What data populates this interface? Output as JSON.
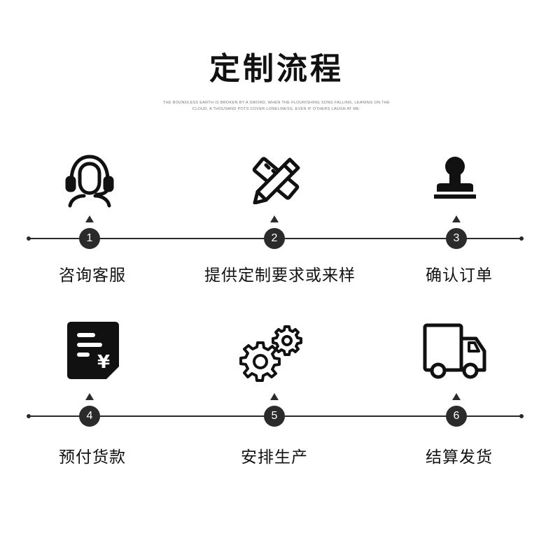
{
  "title": "定制流程",
  "subtitle_line1": "THE BOUNDLESS EARTH IS BROKEN BY A SWORD, WHEN THE FLOURISHING SONG FALLING, LEANING ON THE",
  "subtitle_line2": "CLOUD, A THOUSAND POTS COVER LONELINESS, EVEN IF OTHERS LAUGH AT ME.",
  "steps": [
    {
      "num": "1",
      "label": "咨询客服",
      "icon": "customer-service-headset-icon"
    },
    {
      "num": "2",
      "label": "提供定制要求或来样",
      "icon": "pencil-ruler-icon"
    },
    {
      "num": "3",
      "label": "确认订单",
      "icon": "stamp-icon"
    },
    {
      "num": "4",
      "label": "预付货款",
      "icon": "bill-payment-icon"
    },
    {
      "num": "5",
      "label": "安排生产",
      "icon": "gears-icon"
    },
    {
      "num": "6",
      "label": "结算发货",
      "icon": "delivery-truck-icon"
    }
  ]
}
